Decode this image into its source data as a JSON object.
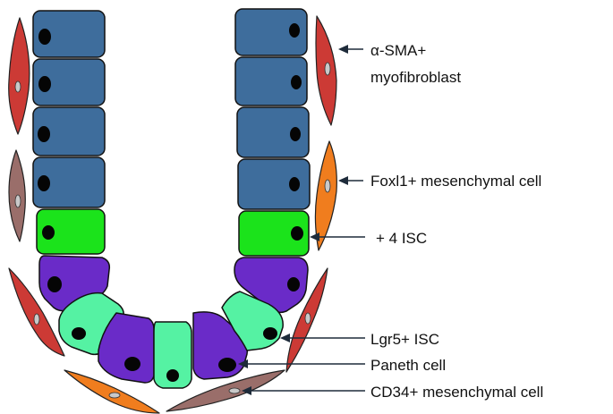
{
  "colors": {
    "enterocyte": "#3e6d9c",
    "plus4_isc": "#1be31b",
    "lgr5_isc": "#55f2a3",
    "paneth": "#6a2bc8",
    "sma_myofibroblast": "#cc3a35",
    "foxl1_cell": "#f07d1e",
    "cd34_cell": "#9a6e6a",
    "fibroblast_nucleus": "#c9c9c9",
    "arrow": "#1e2b3a"
  },
  "labels": {
    "sma_line1": "α-SMA+",
    "sma_line2": "myofibroblast",
    "foxl1": "Foxl1+ mesenchymal cell",
    "plus4_isc": "+ 4 ISC",
    "lgr5_isc": "Lgr5+ ISC",
    "paneth": "Paneth cell",
    "cd34": "CD34+ mesenchymal cell"
  }
}
